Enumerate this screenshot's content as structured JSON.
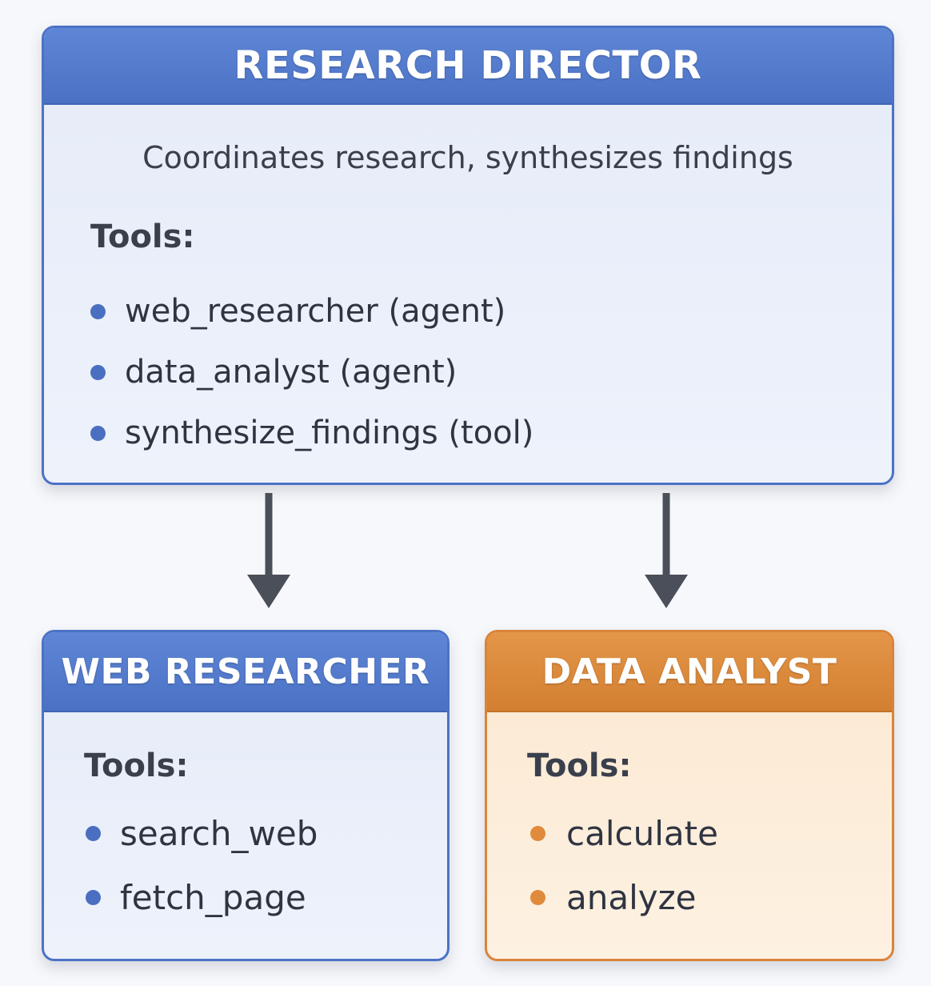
{
  "director": {
    "title": "RESEARCH DIRECTOR",
    "description": "Coordinates research, synthesizes findings",
    "tools_label": "Tools:",
    "tools": [
      "web_researcher (agent)",
      "data_analyst (agent)",
      "synthesize_findings (tool)"
    ]
  },
  "web_researcher": {
    "title": "WEB RESEARCHER",
    "tools_label": "Tools:",
    "tools": [
      "search_web",
      "fetch_page"
    ]
  },
  "data_analyst": {
    "title": "DATA ANALYST",
    "tools_label": "Tools:",
    "tools": [
      "calculate",
      "analyze"
    ]
  },
  "colors": {
    "blue_accent": "#4b72c6",
    "orange_accent": "#d9843a",
    "arrow": "#4a4f5a"
  }
}
